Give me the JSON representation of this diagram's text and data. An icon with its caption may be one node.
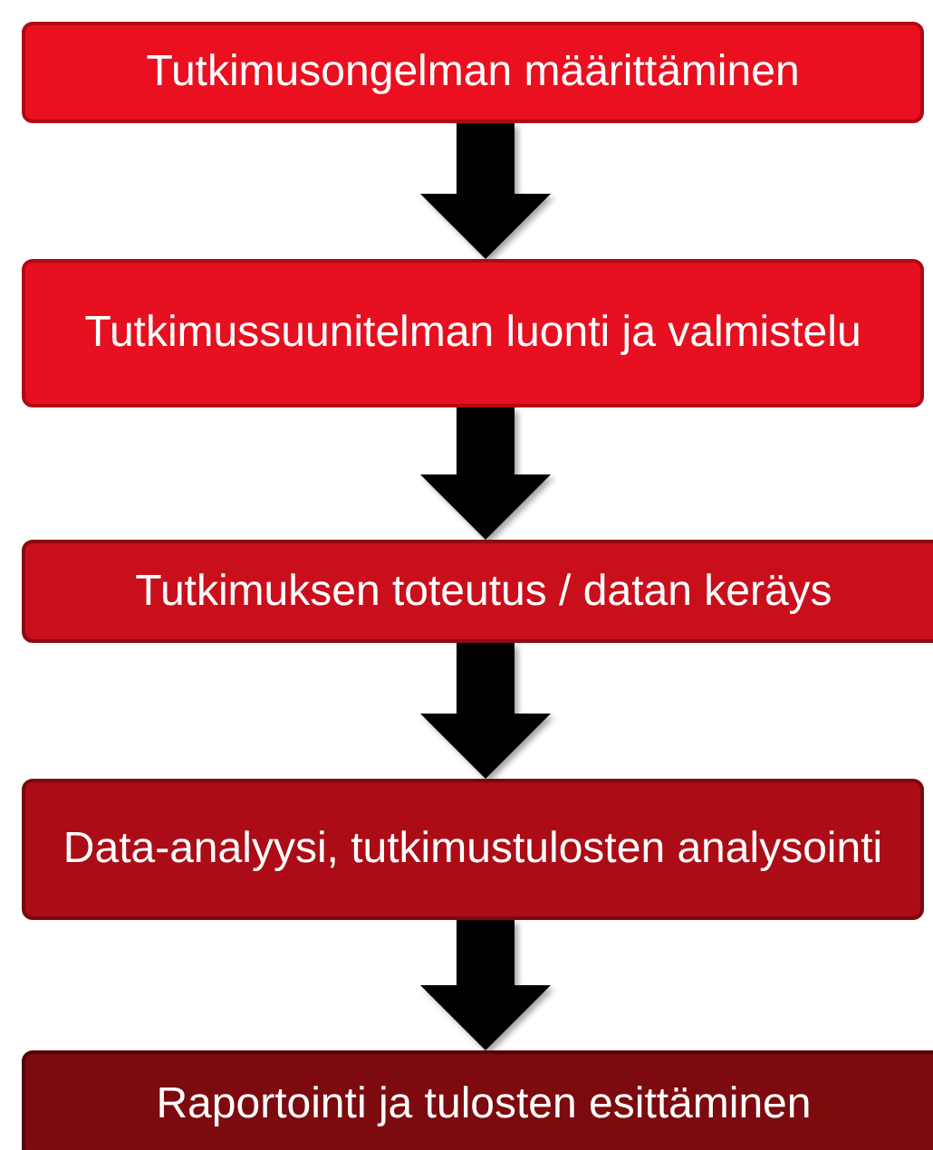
{
  "diagram": {
    "nodes": [
      {
        "text": [
          "Tutkimusongelman määrittäminen"
        ]
      },
      {
        "text": [
          "Tutkimussuunitelman luonti ja valmistelu"
        ]
      },
      {
        "text": [
          "Tutkimuksen toteutus / datan keräys"
        ]
      },
      {
        "text": [
          "Data-analyysi, tutkimustulosten analysointi"
        ]
      },
      {
        "text": [
          "Raportointi ja tulosten esittäminen"
        ]
      }
    ],
    "edges": [
      {
        "from": 0,
        "to": 1,
        "arrow": "to"
      },
      {
        "from": 1,
        "to": 2,
        "arrow": "to"
      },
      {
        "from": 2,
        "to": 3,
        "arrow": "to"
      },
      {
        "from": 3,
        "to": 4,
        "arrow": "to"
      }
    ]
  }
}
